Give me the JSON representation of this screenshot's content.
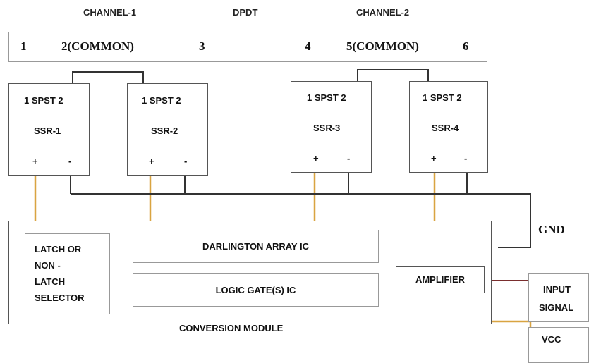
{
  "headers": {
    "channel1": "CHANNEL-1",
    "dpdt": "DPDT",
    "channel2": "CHANNEL-2"
  },
  "dpdt_terminals": [
    "1",
    "2(COMMON)",
    "3",
    "4",
    "5(COMMON)",
    "6"
  ],
  "relays": [
    {
      "type": "1 SPST 2",
      "name": "SSR-1",
      "plus": "+",
      "minus": "-"
    },
    {
      "type": "1 SPST 2",
      "name": "SSR-2",
      "plus": "+",
      "minus": "-"
    },
    {
      "type": "1 SPST 2",
      "name": "SSR-3",
      "plus": "+",
      "minus": "-"
    },
    {
      "type": "1 SPST 2",
      "name": "SSR-4",
      "plus": "+",
      "minus": "-"
    }
  ],
  "module": {
    "latch_selector": [
      "LATCH OR",
      "NON -",
      "LATCH",
      "SELECTOR"
    ],
    "darlington": "DARLINGTON ARRAY IC",
    "logic_gates": "LOGIC GATE(S) IC",
    "amplifier": "AMPLIFIER",
    "title": "CONVERSION MODULE"
  },
  "external": {
    "gnd": "GND",
    "input_signal": [
      "INPUT",
      "SIGNAL"
    ],
    "vcc": "VCC"
  },
  "colors": {
    "signal_wire": "#d9a441",
    "ground_wire": "#333333",
    "input_wire": "#7a2e2e"
  }
}
